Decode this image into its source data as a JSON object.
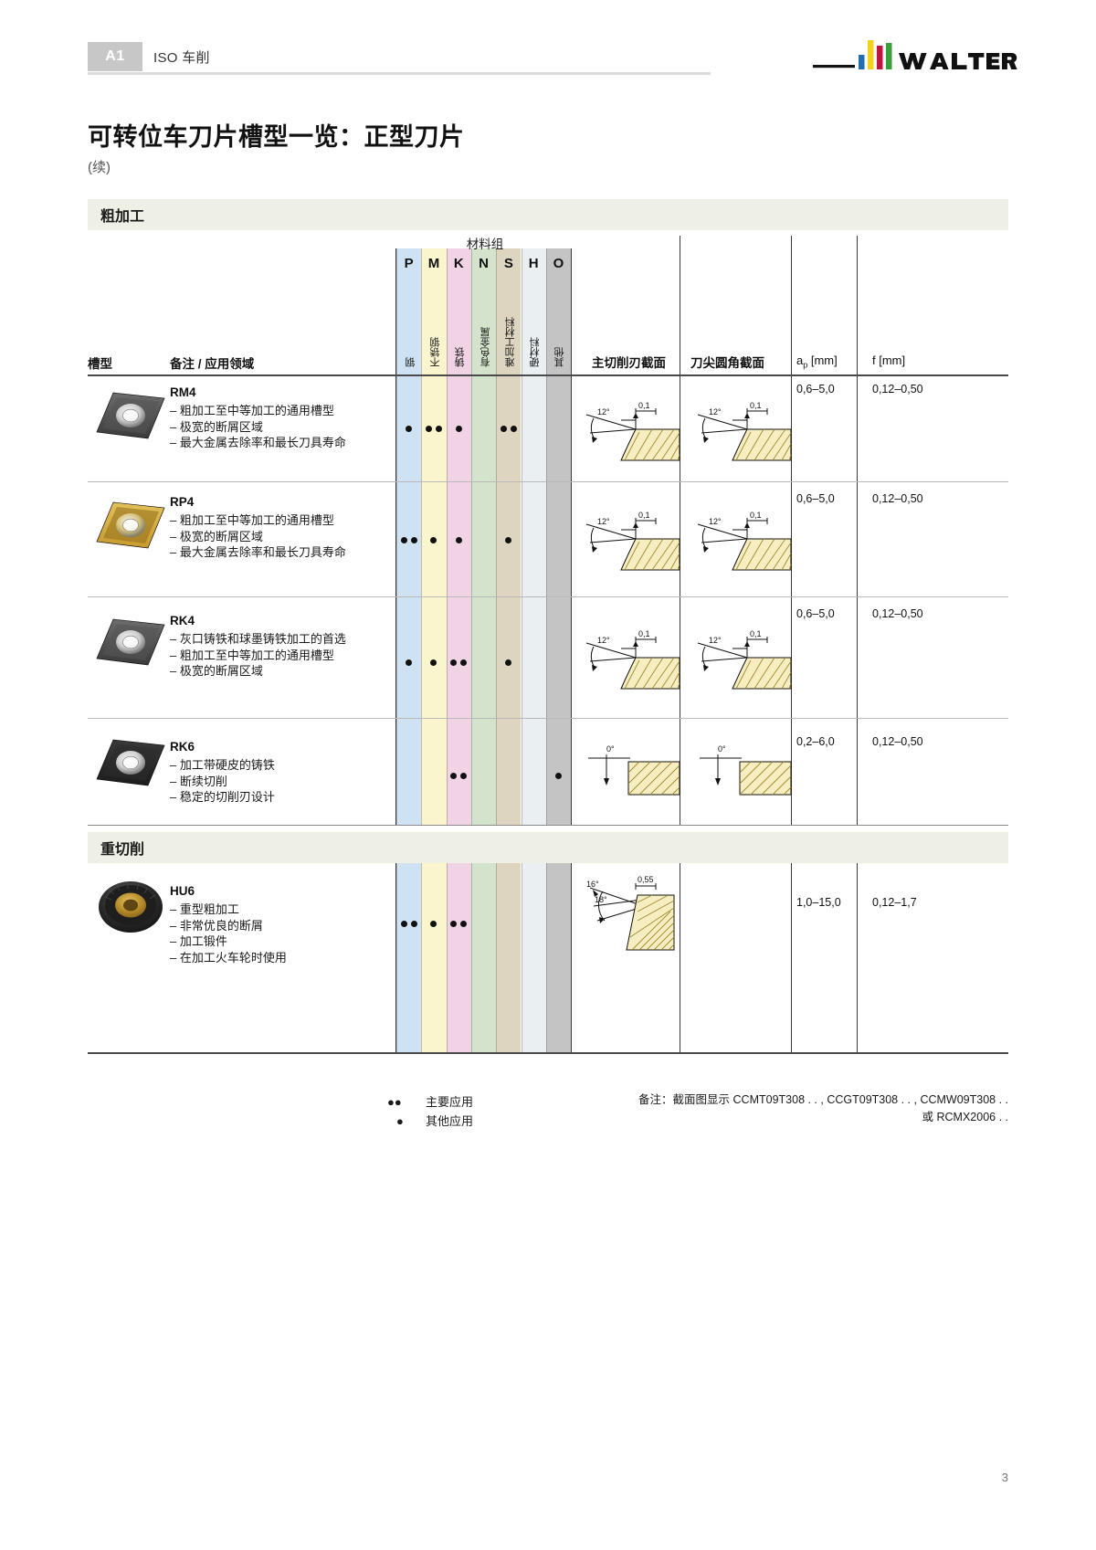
{
  "header": {
    "chip": "A1",
    "section_title": "ISO 车削",
    "brand": "WALTER"
  },
  "page_title": "可转位车刀片槽型一览：正型刀片",
  "page_subtitle": "(续)",
  "page_number": "3",
  "table": {
    "material_group_label": "材料组",
    "col_groove": "槽型",
    "col_remark": "备注 / 应用领域",
    "col_main_edge": "主切削刃截面",
    "col_corner": "刀尖圆角截面",
    "col_ap": "a",
    "col_ap_sub": "p",
    "col_ap_unit": " [mm]",
    "col_f": "f [mm]",
    "material_columns": [
      {
        "letter": "P",
        "label": "钢",
        "color": "#cfe2f3"
      },
      {
        "letter": "M",
        "label": "不锈钢",
        "color": "#faf5cd"
      },
      {
        "letter": "K",
        "label": "铸铁",
        "color": "#f0d4e6"
      },
      {
        "letter": "N",
        "label": "有色金属",
        "color": "#d4e3cb"
      },
      {
        "letter": "S",
        "label": "难加工材料",
        "color": "#ddd5c0"
      },
      {
        "letter": "H",
        "label": "硬材料",
        "color": "#eaf0f2"
      },
      {
        "letter": "O",
        "label": "其他",
        "color": "#c4c4c4"
      }
    ]
  },
  "sections": [
    {
      "id": "rough",
      "title": "粗加工"
    },
    {
      "id": "heavy",
      "title": "重切削"
    }
  ],
  "rows": [
    {
      "name": "RM4",
      "section": "rough",
      "bullets": [
        "– 粗加工至中等加工的通用槽型",
        "– 极宽的断屑区域",
        "– 最大金属去除率和最长刀具寿命"
      ],
      "applications": {
        "P": 1,
        "M": 2,
        "K": 1,
        "N": 0,
        "S": 2,
        "H": 0,
        "O": 0
      },
      "main_edge": {
        "angle": "12°",
        "chamfer": "0,1",
        "type": "chamfer"
      },
      "corner": {
        "angle": "12°",
        "chamfer": "0,1",
        "type": "chamfer"
      },
      "ap": "0,6–5,0",
      "f": "0,12–0,50",
      "insert_style": "dark-rhombic"
    },
    {
      "name": "RP4",
      "section": "rough",
      "bullets": [
        "– 粗加工至中等加工的通用槽型",
        "– 极宽的断屑区域",
        "– 最大金属去除率和最长刀具寿命"
      ],
      "applications": {
        "P": 2,
        "M": 1,
        "K": 1,
        "N": 0,
        "S": 1,
        "H": 0,
        "O": 0
      },
      "main_edge": {
        "angle": "12°",
        "chamfer": "0,1",
        "type": "chamfer"
      },
      "corner": {
        "angle": "12°",
        "chamfer": "0,1",
        "type": "chamfer"
      },
      "ap": "0,6–5,0",
      "f": "0,12–0,50",
      "insert_style": "gold-rhombic"
    },
    {
      "name": "RK4",
      "section": "rough",
      "bullets": [
        "– 灰口铸铁和球墨铸铁加工的首选",
        "– 粗加工至中等加工的通用槽型",
        "– 极宽的断屑区域"
      ],
      "applications": {
        "P": 1,
        "M": 1,
        "K": 2,
        "N": 0,
        "S": 1,
        "H": 0,
        "O": 0
      },
      "main_edge": {
        "angle": "12°",
        "chamfer": "0,1",
        "type": "chamfer"
      },
      "corner": {
        "angle": "12°",
        "chamfer": "0,1",
        "type": "chamfer"
      },
      "ap": "0,6–5,0",
      "f": "0,12–0,50",
      "insert_style": "dark-rhombic"
    },
    {
      "name": "RK6",
      "section": "rough",
      "bullets": [
        "– 加工带硬皮的铸铁",
        "– 断续切削",
        "– 稳定的切削刃设计"
      ],
      "applications": {
        "P": 0,
        "M": 0,
        "K": 2,
        "N": 0,
        "S": 0,
        "H": 0,
        "O": 1
      },
      "main_edge": {
        "angle": "0°",
        "chamfer": "",
        "type": "flat"
      },
      "corner": {
        "angle": "0°",
        "chamfer": "",
        "type": "flat"
      },
      "ap": "0,2–6,0",
      "f": "0,12–0,50",
      "insert_style": "black-rhombic"
    },
    {
      "name": "HU6",
      "section": "heavy",
      "bullets": [
        "– 重型粗加工",
        "– 非常优良的断屑",
        "– 加工锻件",
        "– 在加工火车轮时使用"
      ],
      "applications": {
        "P": 2,
        "M": 1,
        "K": 2,
        "N": 0,
        "S": 0,
        "H": 0,
        "O": 0
      },
      "main_edge": {
        "angle": "16°",
        "angle2": "18°",
        "chamfer": "0,55",
        "type": "double"
      },
      "corner": {
        "angle": "",
        "chamfer": "",
        "type": "none"
      },
      "ap": "1,0–15,0",
      "f": "0,12–1,7",
      "insert_style": "round-gold"
    }
  ],
  "legend": {
    "primary_symbol": "●●",
    "primary_label": "主要应用",
    "other_symbol": "●",
    "other_label": "其他应用"
  },
  "note": {
    "line1": "备注：截面图显示 CCMT09T308 . . , CCGT09T308 . . , CCMW09T308 . .",
    "line2": "或 RCMX2006 . ."
  }
}
